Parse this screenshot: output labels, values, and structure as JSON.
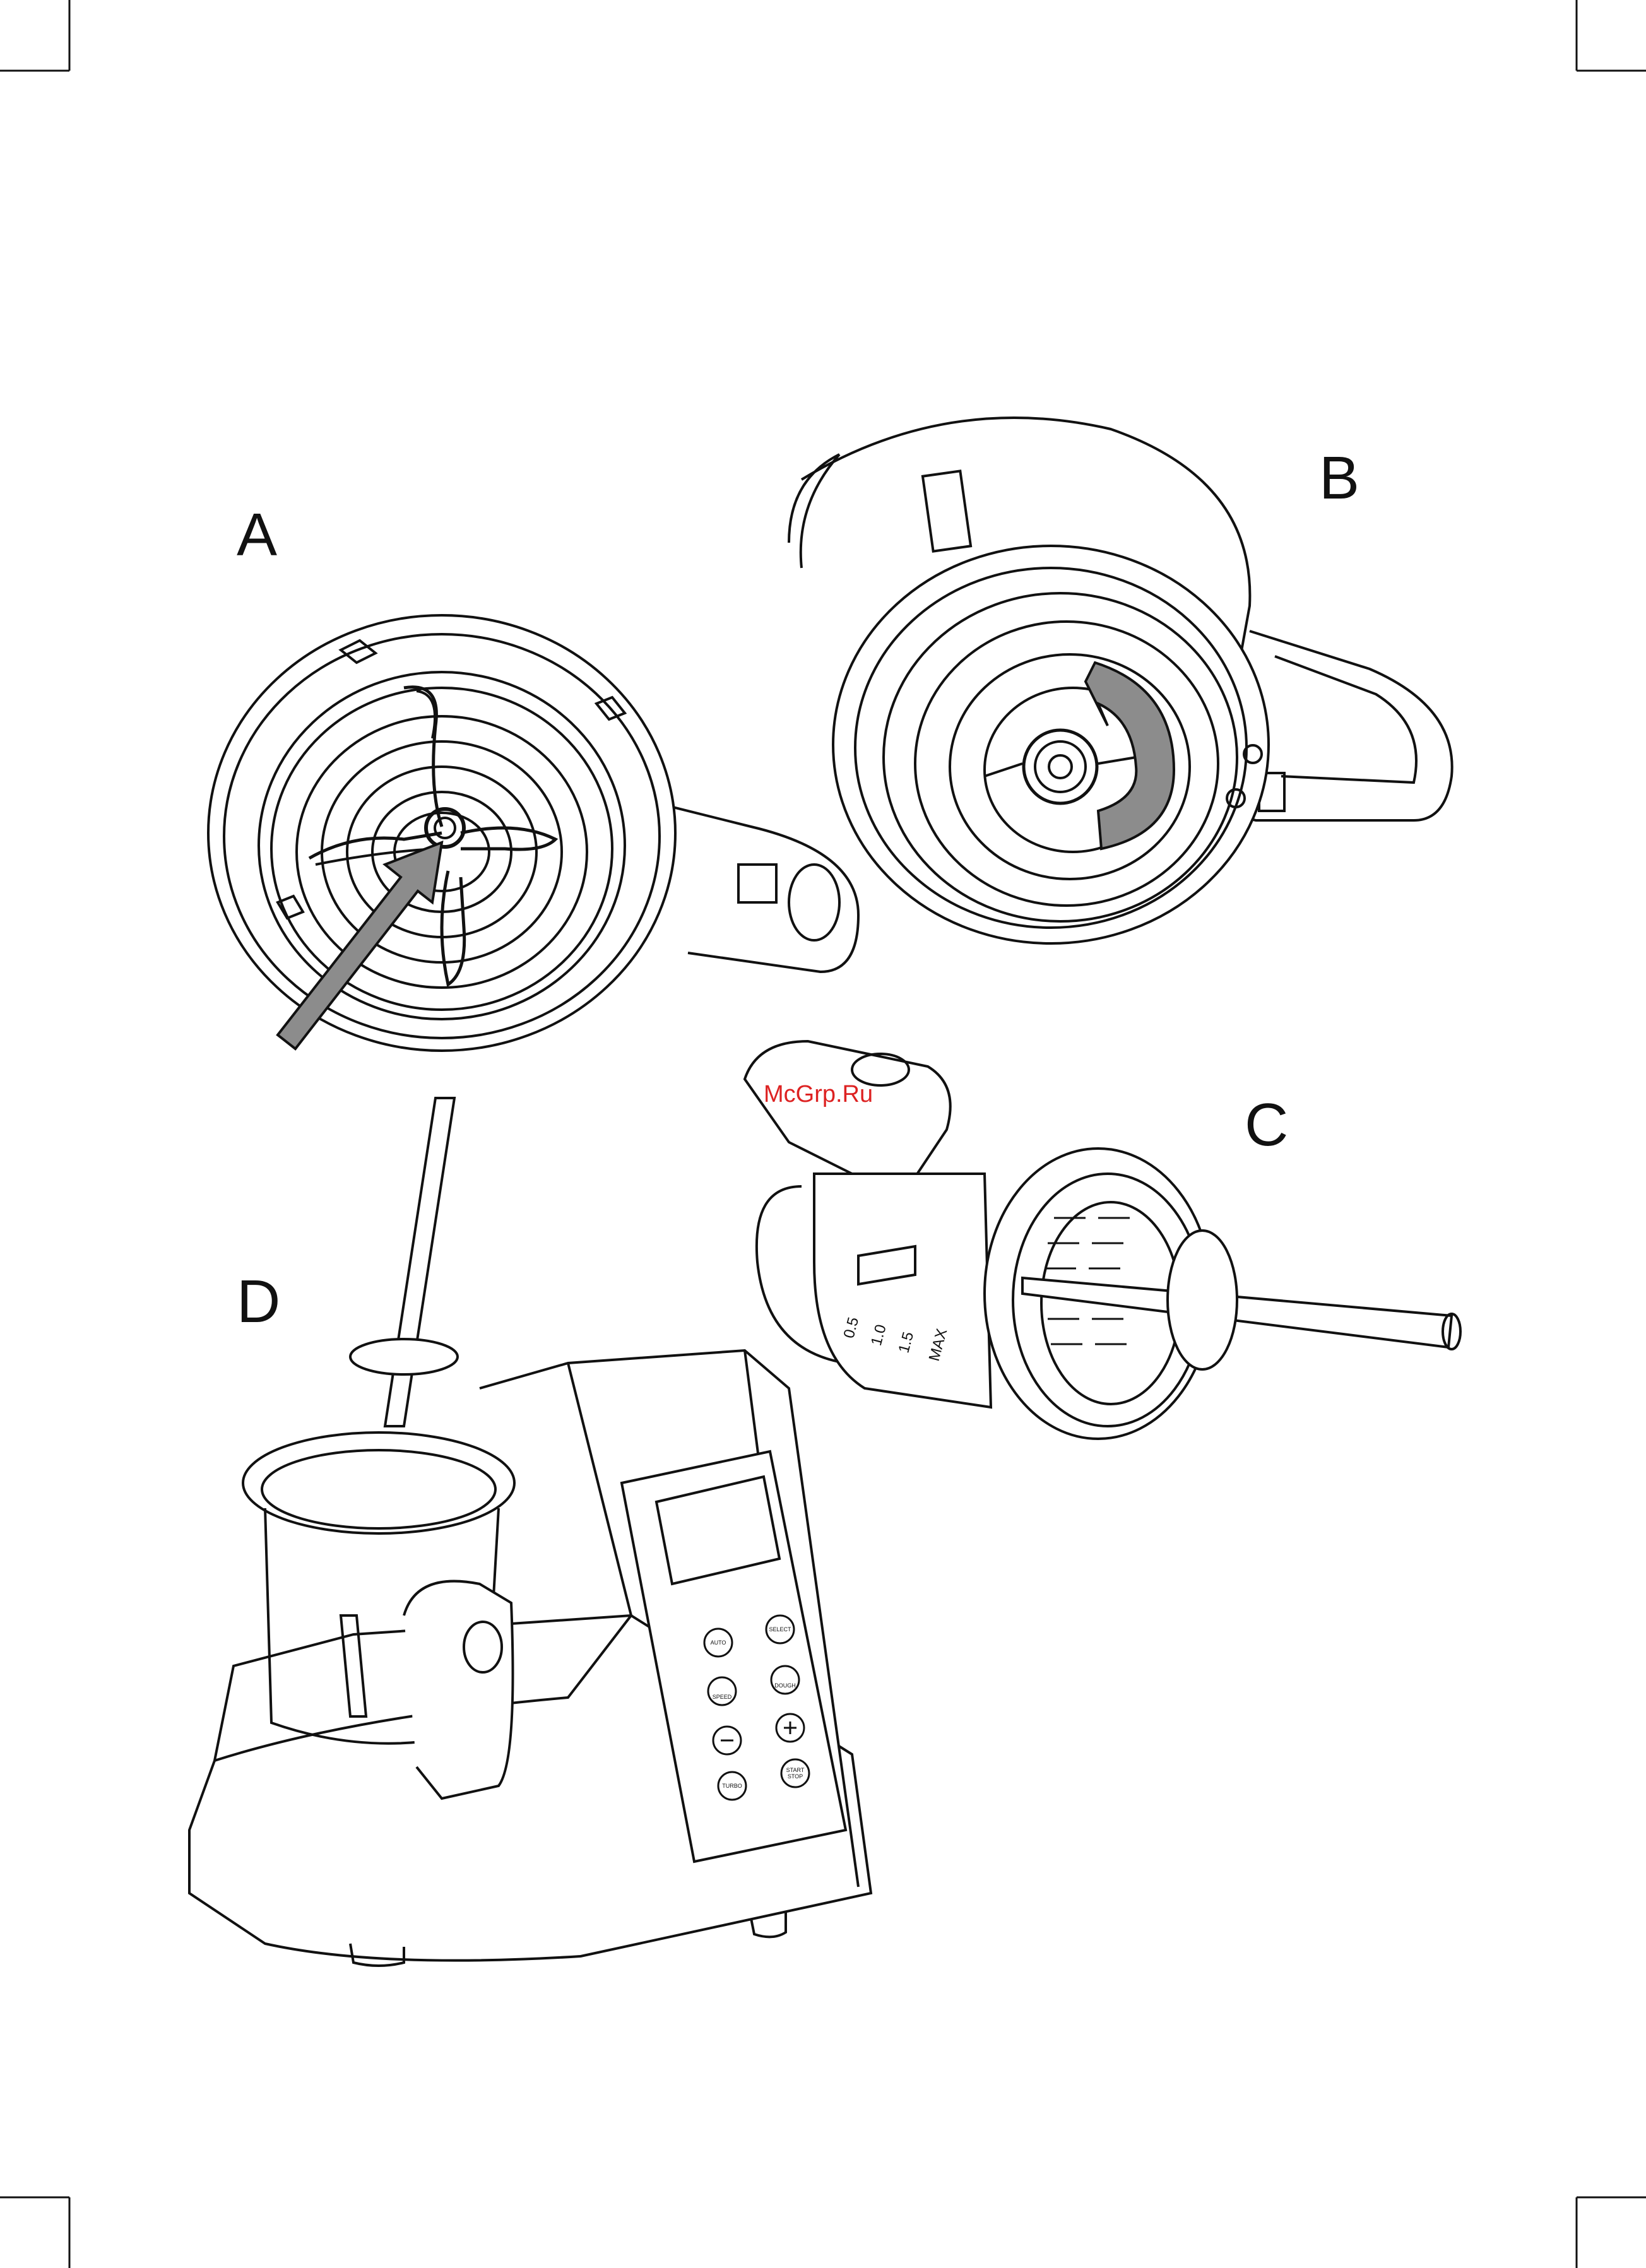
{
  "figures": {
    "a": {
      "label": "A"
    },
    "b": {
      "label": "B"
    },
    "c": {
      "label": "C"
    },
    "d": {
      "label": "D"
    }
  },
  "watermark": "McGrp.Ru",
  "control_panel": {
    "buttons": {
      "auto": "AUTO",
      "select": "SELECT",
      "speed": "SPEED",
      "dough": "DOUGH",
      "turbo": "TURBO",
      "start": "START",
      "stop": "STOP"
    }
  },
  "jug_scale": [
    "MAX",
    "1.5",
    "1.0",
    "0.5"
  ],
  "colors": {
    "line": "#111111",
    "arrow_fill": "#8c8c8c",
    "watermark": "#dd2222"
  }
}
